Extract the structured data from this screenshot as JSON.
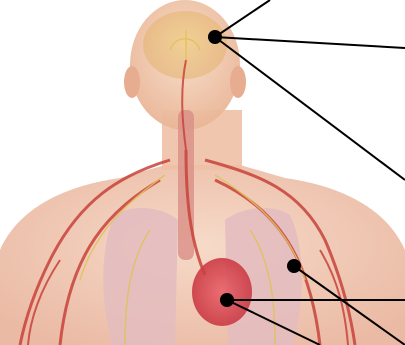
{
  "figure": {
    "subject": "human-anatomy-torso-head",
    "colors": {
      "background": "#ffffff",
      "skin": "#f2c7ad",
      "skin_edge": "#e8b094",
      "vessel_red": "#c8433b",
      "vessel_dark": "#9c2d2a",
      "nerve_yellow": "#e0c25a",
      "brain": "#e9c27c",
      "lung": "#e4bfc2",
      "heart": "#d94a52",
      "leader_line": "#000000",
      "marker": "#000000"
    },
    "markers": [
      "brain-marker",
      "shoulder-marker",
      "heart-marker"
    ]
  }
}
